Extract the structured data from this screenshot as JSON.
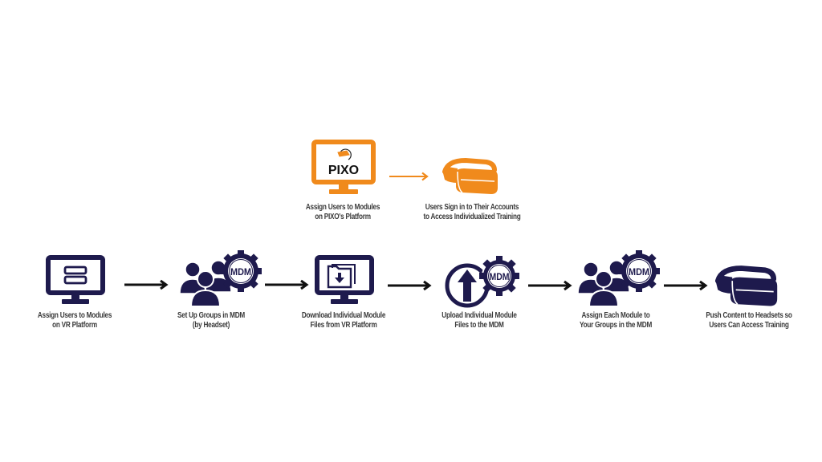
{
  "colors": {
    "navy": "#1e1a4d",
    "orange": "#f08a1c",
    "arrow_black": "#111111",
    "label_text": "#3a3a3a",
    "background": "#ffffff"
  },
  "top_flow": {
    "steps": [
      {
        "icon": "pixo-monitor-icon",
        "logo_text": "PIXO",
        "label_lines": [
          "Assign Users to Modules",
          "on PIXO's Platform"
        ]
      },
      {
        "icon": "vr-headset-icon",
        "label_lines": [
          "Users Sign in to Their Accounts",
          "to Access Individualized Training"
        ]
      }
    ]
  },
  "bottom_flow": {
    "steps": [
      {
        "icon": "monitor-list-icon",
        "label_lines": [
          "Assign Users to Modules",
          "on VR Platform"
        ]
      },
      {
        "icon": "user-group-mdm-icon",
        "badge_text": "MDM",
        "label_lines": [
          "Set Up Groups in MDM",
          "(by Headset)"
        ]
      },
      {
        "icon": "monitor-download-icon",
        "label_lines": [
          "Download Individual Module",
          "Files from VR Platform"
        ]
      },
      {
        "icon": "upload-mdm-icon",
        "badge_text": "MDM",
        "label_lines": [
          "Upload Individual Module",
          "Files to the MDM"
        ]
      },
      {
        "icon": "user-group-mdm-icon",
        "badge_text": "MDM",
        "label_lines": [
          "Assign Each Module to",
          "Your Groups in the MDM"
        ]
      },
      {
        "icon": "vr-headset-icon",
        "label_lines": [
          "Push Content to Headsets so",
          "Users Can Access Training"
        ]
      }
    ]
  }
}
